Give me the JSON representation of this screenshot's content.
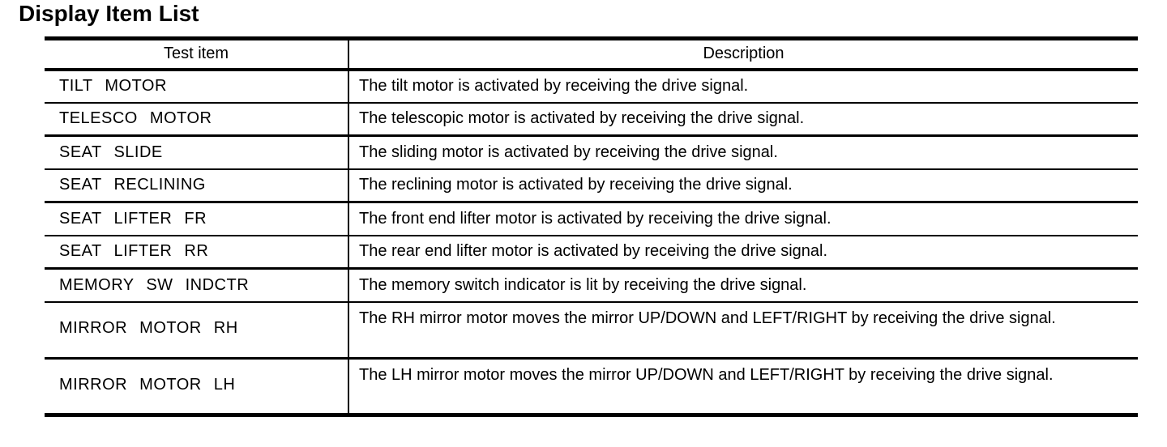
{
  "page": {
    "title": "Display Item List"
  },
  "table": {
    "columns": [
      "Test item",
      "Description"
    ],
    "rows": [
      {
        "item": "TILT MOTOR",
        "description": "The tilt motor is activated by receiving the drive signal."
      },
      {
        "item": "TELESCO MOTOR",
        "description": "The telescopic motor is activated by receiving the drive signal."
      },
      {
        "item": "SEAT SLIDE",
        "description": "The sliding motor is activated by receiving the drive signal."
      },
      {
        "item": "SEAT RECLINING",
        "description": "The reclining motor is activated by receiving the drive signal."
      },
      {
        "item": "SEAT LIFTER FR",
        "description": "The front end lifter motor is activated by receiving the drive signal."
      },
      {
        "item": "SEAT LIFTER RR",
        "description": "The rear end lifter motor is activated by receiving the drive signal."
      },
      {
        "item": "MEMORY SW INDCTR",
        "description": "The memory switch indicator is lit by receiving the drive signal."
      },
      {
        "item": "MIRROR MOTOR RH",
        "description": "The RH mirror motor moves the mirror UP/DOWN and LEFT/RIGHT by receiving the drive signal."
      },
      {
        "item": "MIRROR MOTOR LH",
        "description": "The LH mirror motor moves the mirror UP/DOWN and LEFT/RIGHT by receiving the drive signal."
      }
    ]
  },
  "colors": {
    "text": "#000000",
    "background": "#ffffff",
    "border": "#000000"
  }
}
